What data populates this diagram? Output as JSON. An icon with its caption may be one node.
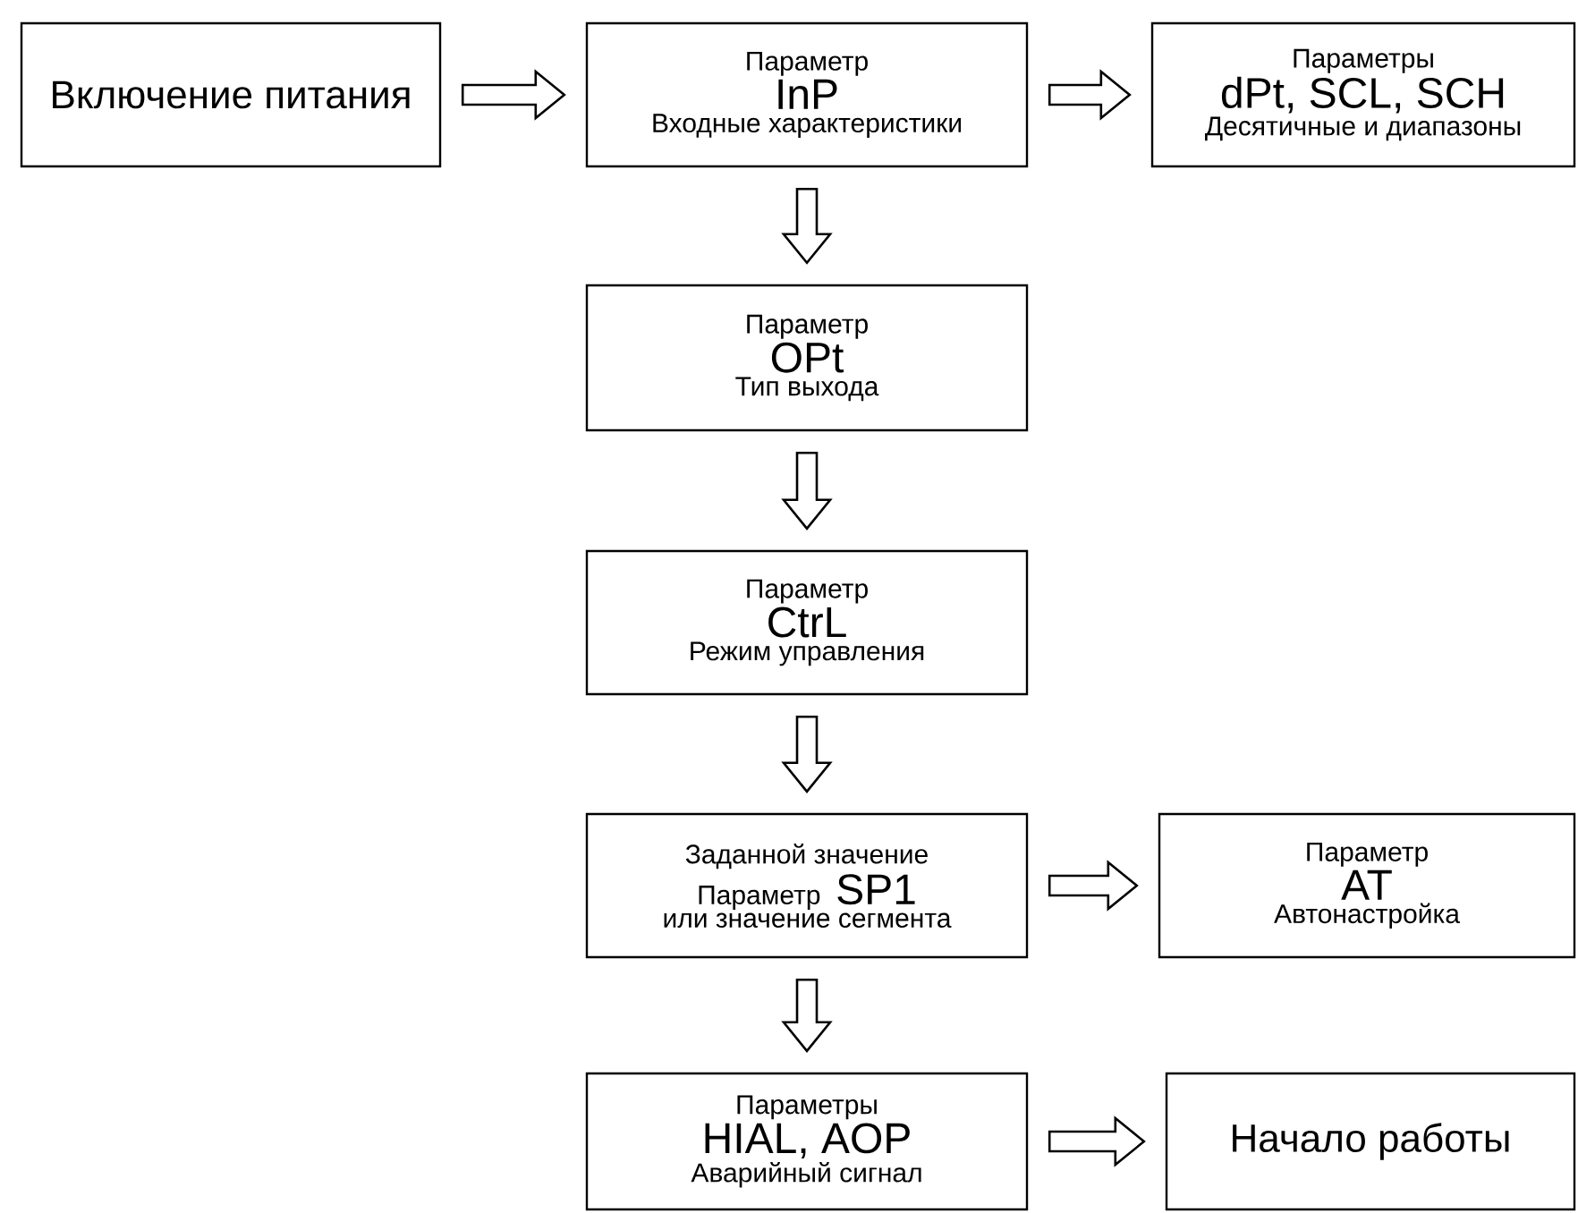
{
  "diagram": {
    "nodes": [
      {
        "text": [
          "Включение питания"
        ]
      },
      {
        "text": [
          "Параметр",
          "InP",
          "Входные характеристики"
        ]
      },
      {
        "text": [
          "Параметры",
          "dPt, SCL, SCH",
          "Десятичные и диапазоны"
        ]
      },
      {
        "text": [
          "Параметр",
          "OPt",
          "Тип выхода"
        ]
      },
      {
        "text": [
          "Параметр",
          "CtrL",
          "Режим управления"
        ]
      },
      {
        "text": [
          "Заданной значение",
          "Параметр",
          "SP1",
          "или значение сегмента"
        ]
      },
      {
        "text": [
          "Параметр",
          "AT",
          "Автонастройка"
        ]
      },
      {
        "text": [
          "Параметры",
          "HIAL, AOP",
          "Аварийный сигнал"
        ]
      },
      {
        "text": [
          "Начало работы"
        ]
      }
    ],
    "edges": [
      {
        "from": 0,
        "to": 1,
        "arrow": "to"
      },
      {
        "from": 1,
        "to": 2,
        "arrow": "to"
      },
      {
        "from": 1,
        "to": 3,
        "arrow": "to"
      },
      {
        "from": 3,
        "to": 4,
        "arrow": "to"
      },
      {
        "from": 4,
        "to": 5,
        "arrow": "to"
      },
      {
        "from": 5,
        "to": 6,
        "arrow": "to"
      },
      {
        "from": 5,
        "to": 7,
        "arrow": "to"
      },
      {
        "from": 7,
        "to": 8,
        "arrow": "to"
      }
    ]
  }
}
